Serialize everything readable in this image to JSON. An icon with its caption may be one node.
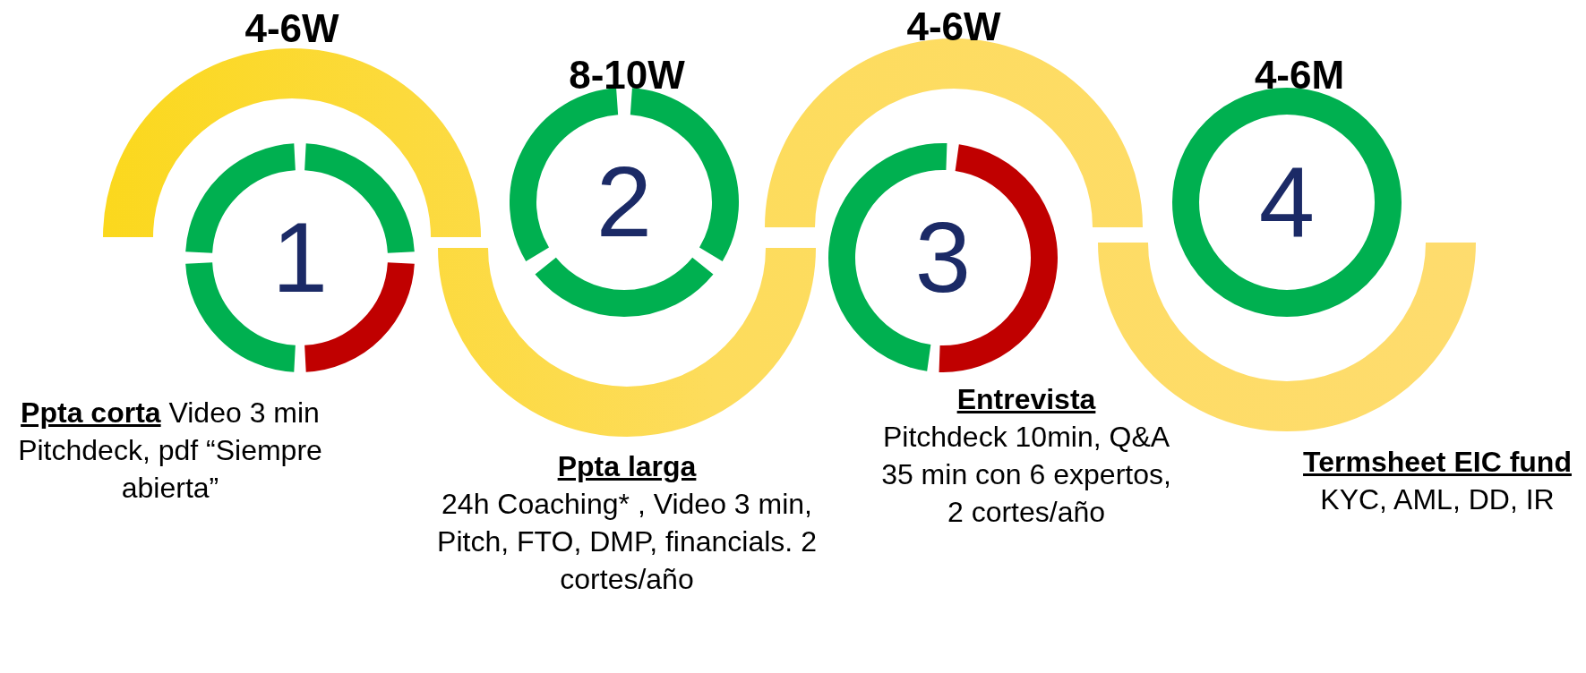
{
  "diagram": {
    "nodes": [
      {
        "text": [
          "1"
        ],
        "beside": [
          "4-6W",
          "Ppta corta",
          "Video 3 min Pitchdeck, pdf “Siempre abierta”"
        ]
      },
      {
        "text": [
          "2"
        ],
        "beside": [
          "8-10W",
          "Ppta larga",
          "24h Coaching* , Video 3 min, Pitch, FTO, DMP, financials. 2 cortes/año"
        ]
      },
      {
        "text": [
          "3"
        ],
        "beside": [
          "4-6W",
          "Entrevista",
          "Pitchdeck 10min, Q&A 35 min con 6 expertos, 2 cortes/año"
        ]
      },
      {
        "text": [
          "4"
        ],
        "beside": [
          "4-6M",
          "Termsheet EIC fund",
          "KYC, AML, DD, IR"
        ]
      }
    ],
    "edges": []
  }
}
